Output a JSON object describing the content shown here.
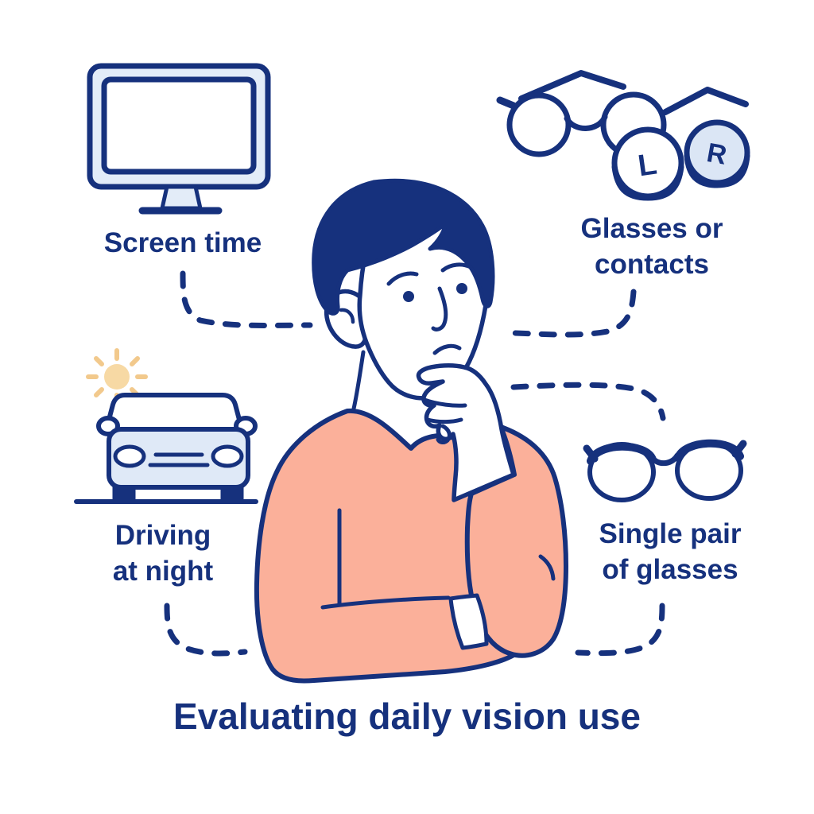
{
  "illustration": {
    "title": "Evaluating daily vision use",
    "labels": {
      "screen_time": "Screen time",
      "glasses_or_contacts": "Glasses or\ncontacts",
      "driving_at_night": "Driving\nat night",
      "single_pair_of_glasses": "Single pair\nof glasses"
    },
    "contact_lens_left_letter": "L",
    "contact_lens_right_letter": "R",
    "colors": {
      "navy": "#16317d",
      "salmon": "#fbb09a",
      "light_blue": "#dfe9f7",
      "bezel_blue": "#e3ecf8",
      "lens_blue": "#dbe6f5",
      "sun": "#f7d9a4",
      "sun_rays": "#f2c98c",
      "background": "#ffffff"
    }
  }
}
